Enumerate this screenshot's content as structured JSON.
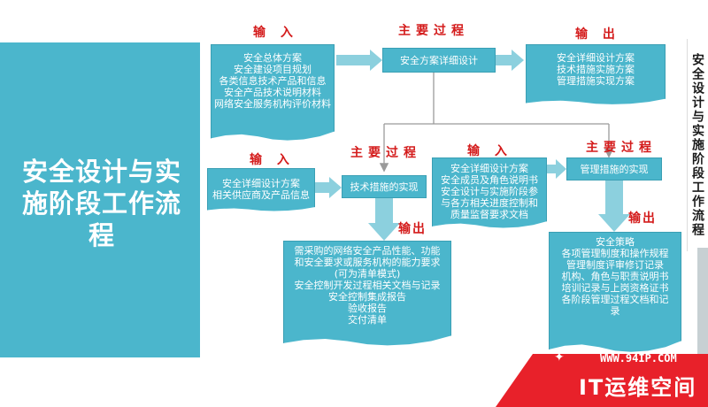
{
  "main_title": "安全设计与实施阶段工作流程",
  "side_title": "安全设计与实施阶段工作流程",
  "labels": {
    "input": "输 入",
    "main_process": "主要过程",
    "output": "输 出",
    "output_tight": "输出"
  },
  "top_row": {
    "input_lines": [
      "安全总体方案",
      "安全建设项目规划",
      "各类信息技术产品和信息",
      "安全产品技术说明材料",
      "网络安全服务机构评价材料"
    ],
    "process": "安全方案详细设计",
    "output_lines": [
      "安全详细设计方案",
      "技术措施实施方案",
      "管理措施实现方案"
    ]
  },
  "middle_left": {
    "input_lines": [
      "安全详细设计方案",
      "相关供应商及产品信息"
    ],
    "process": "技术措施的实现",
    "output_lines": [
      "需采购的网络安全产品性能、功能",
      "和安全要求或服务机构的能力要求",
      "(可为清单模式)",
      "安全控制开发过程相关文档与记录",
      "安全控制集成报告",
      "验收报告",
      "交付清单"
    ]
  },
  "middle_right": {
    "input_lines": [
      "安全详细设计方案",
      "安全成员及角色说明书",
      "安全设计与实施阶段参",
      "与各方相关进度控制和",
      "质量监督要求文档"
    ],
    "process": "管理措施的实现",
    "output_lines": [
      "安全策略",
      "各项管理制度和操作规程",
      "管理制度评审修订记录",
      "机构、角色与职责说明书",
      "培训记录与上岗资格证书",
      "各阶段管理过程文档和记",
      "录"
    ]
  },
  "watermark": {
    "url": "WWW.94IP.COM",
    "brand": "IT运维空间",
    "icon": "wrench-icon"
  },
  "colors": {
    "box": "#4bb6cc",
    "label": "#d41b1b",
    "arrow": "#8cd0de",
    "watermark": "#e8212a"
  }
}
